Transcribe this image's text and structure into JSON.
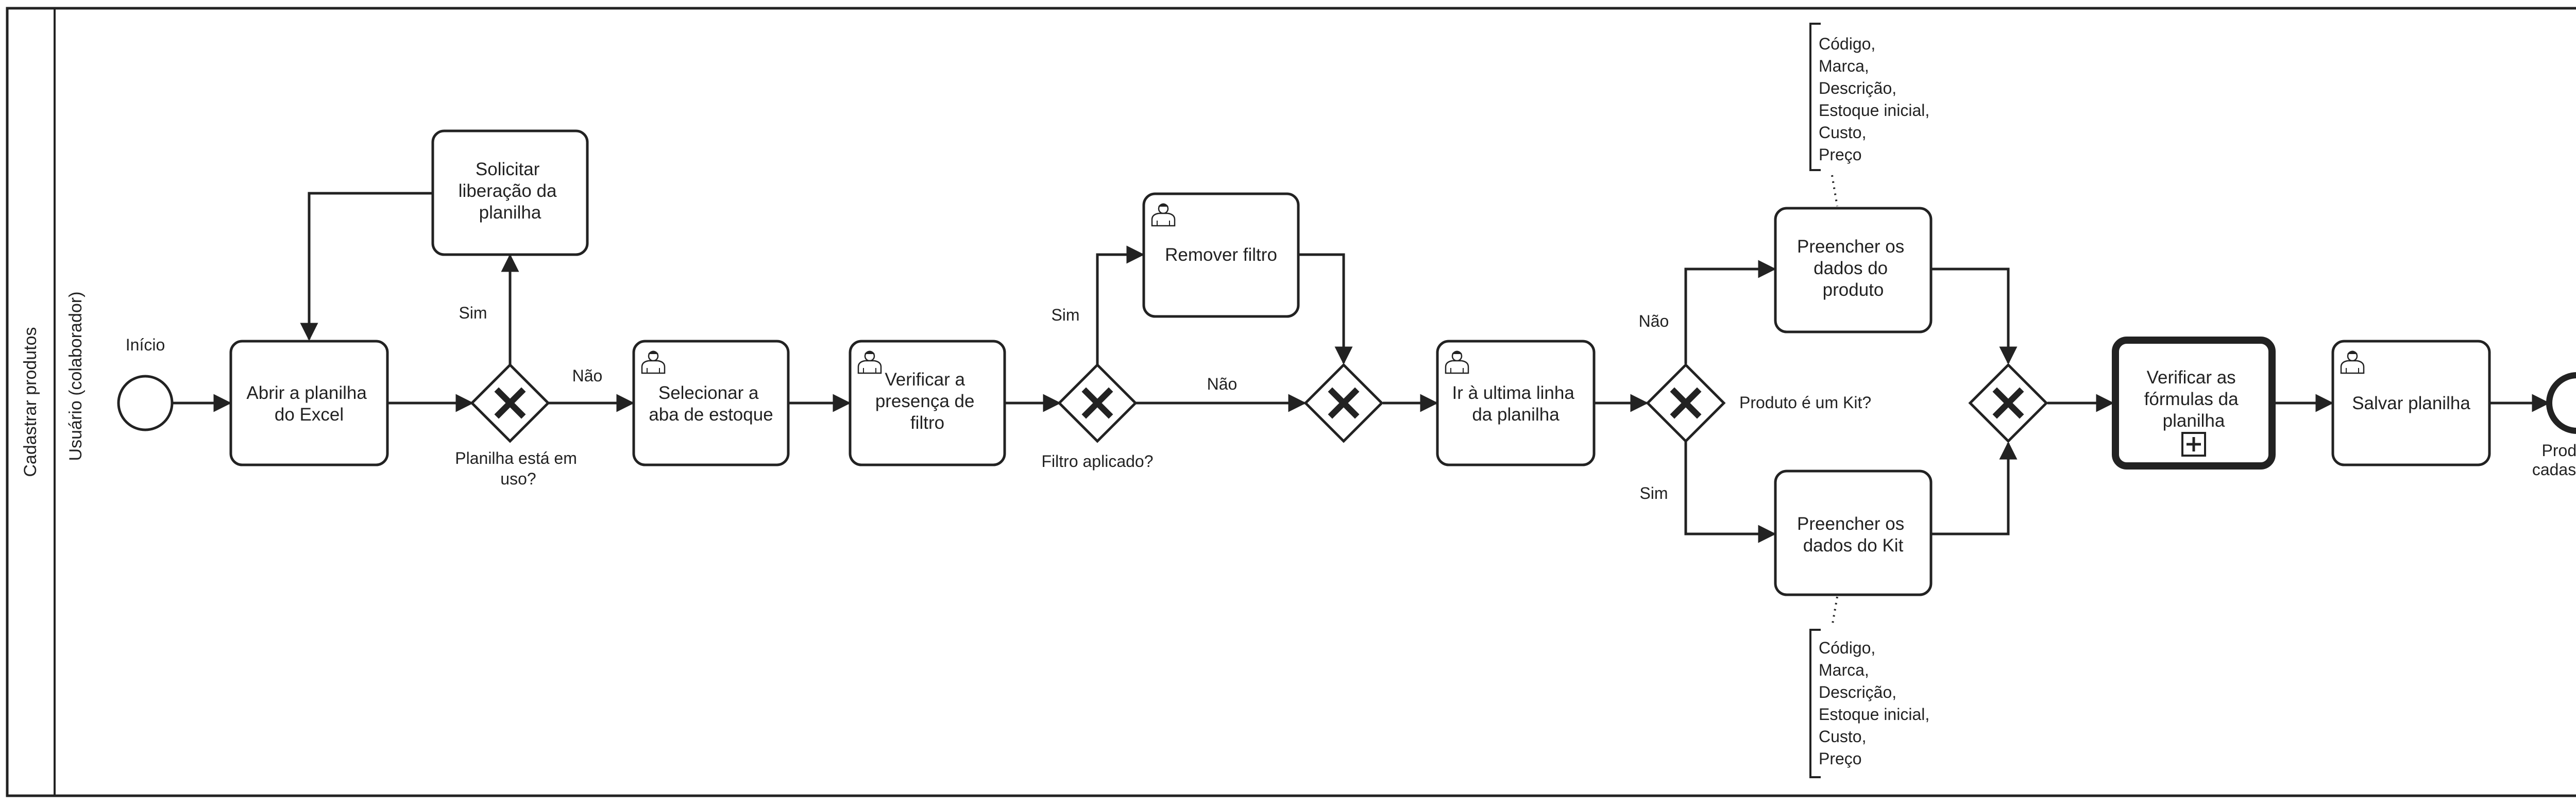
{
  "pool": {
    "label": "Cadastrar produtos"
  },
  "lane": {
    "label": "Usuário (colaborador)"
  },
  "events": {
    "start": {
      "label": "Início"
    },
    "end": {
      "label_lines": [
        "Produtos",
        "cadastrados"
      ]
    }
  },
  "tasks": {
    "abrir": {
      "lines": [
        "Abrir a planilha",
        "do Excel"
      ]
    },
    "solicitar": {
      "lines": [
        "Solicitar",
        "liberação da",
        "planilha"
      ]
    },
    "selecionar": {
      "lines": [
        "Selecionar a",
        "aba de estoque"
      ]
    },
    "verificar_filtro": {
      "lines": [
        "Verificar a",
        "presença de",
        "filtro"
      ]
    },
    "remover": {
      "lines": [
        "Remover filtro"
      ]
    },
    "ultima_linha": {
      "lines": [
        "Ir à ultima linha",
        "da planilha"
      ]
    },
    "dados_produto": {
      "lines": [
        "Preencher os",
        "dados do",
        "produto"
      ]
    },
    "dados_kit": {
      "lines": [
        "Preencher os",
        "dados do Kit"
      ]
    },
    "formulas": {
      "lines": [
        "Verificar as",
        "fórmulas da",
        "planilha"
      ]
    },
    "salvar": {
      "lines": [
        "Salvar planilha"
      ]
    }
  },
  "gateways": {
    "uso": {
      "question_lines": [
        "Planilha está em",
        "uso?"
      ],
      "yes": "Sim",
      "no": "Não"
    },
    "filtro": {
      "question": "Filtro aplicado?",
      "yes": "Sim",
      "no": "Não"
    },
    "kit": {
      "question": "Produto é um Kit?",
      "yes": "Sim",
      "no": "Não"
    }
  },
  "annotations": {
    "produto": {
      "lines": [
        "Código,",
        "Marca,",
        "Descrição,",
        "Estoque inicial,",
        "Custo,",
        "Preço"
      ]
    },
    "kit": {
      "lines": [
        "Código,",
        "Marca,",
        "Descrição,",
        "Estoque inicial,",
        "Custo,",
        "Preço"
      ]
    }
  },
  "colors": {
    "stroke": "#222222",
    "background": "#ffffff"
  }
}
